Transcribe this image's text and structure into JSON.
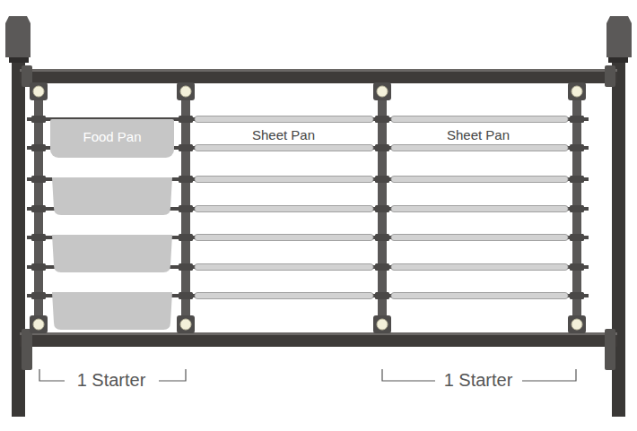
{
  "diagram": {
    "nodes": [
      {
        "text": [
          "Food Pan"
        ]
      }
    ],
    "labels": [
      "Sheet Pan",
      "Sheet Pan",
      "1 Starter",
      "1 Starter"
    ]
  }
}
